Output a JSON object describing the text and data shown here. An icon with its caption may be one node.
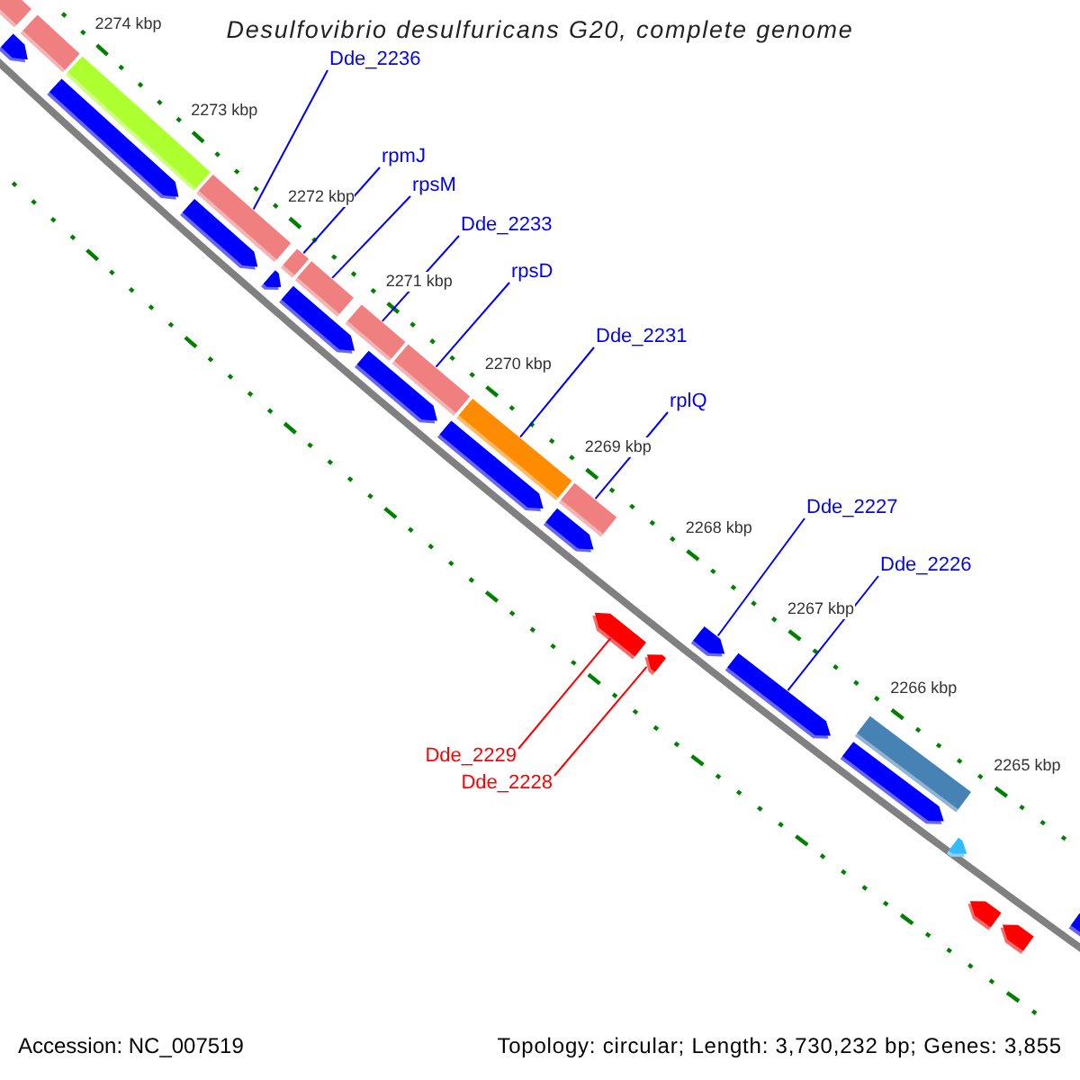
{
  "diagram": {
    "title": "Desulfovibrio desulfuricans G20, complete genome",
    "nodes": [
      {
        "text": [
          "Dde_2236"
        ]
      },
      {
        "text": [
          "rpmJ"
        ]
      },
      {
        "text": [
          "rpsM"
        ]
      },
      {
        "text": [
          "Dde_2233"
        ]
      },
      {
        "text": [
          "rpsD"
        ]
      },
      {
        "text": [
          "Dde_2231"
        ]
      },
      {
        "text": [
          "rplQ"
        ]
      },
      {
        "text": [
          "Dde_2227"
        ]
      },
      {
        "text": [
          "Dde_2226"
        ]
      },
      {
        "text": [
          "Dde_2229"
        ]
      },
      {
        "text": [
          "Dde_2228"
        ]
      },
      {
        "text": [],
        "shape": "bar"
      },
      {
        "text": [],
        "shape": "bar"
      },
      {
        "text": [],
        "shape": "bar"
      },
      {
        "text": [],
        "shape": "bar"
      },
      {
        "text": [],
        "shape": "bar"
      },
      {
        "text": [],
        "shape": "bar"
      },
      {
        "text": [],
        "shape": "bar"
      },
      {
        "text": [],
        "shape": "bar"
      },
      {
        "text": [],
        "shape": "bar"
      },
      {
        "text": [],
        "shape": "bar"
      },
      {
        "text": [],
        "shape": "bar"
      },
      {
        "text": [],
        "shape": "bar"
      },
      {
        "text": [],
        "shape": "bar"
      },
      {
        "text": [],
        "shape": "bar"
      },
      {
        "text": [],
        "shape": "bar"
      },
      {
        "text": [],
        "shape": "bar"
      },
      {
        "text": [],
        "shape": "bar"
      },
      {
        "text": [],
        "shape": "bar"
      },
      {
        "text": [],
        "shape": "bar"
      },
      {
        "text": [],
        "shape": "bar"
      },
      {
        "text": [],
        "shape": "bar"
      },
      {
        "text": [],
        "shape": "bar"
      },
      {
        "text": [],
        "shape": "bar"
      },
      {
        "text": [],
        "shape": "bar"
      },
      {
        "text": [],
        "shape": "bar"
      },
      {
        "text": [],
        "shape": "bar"
      },
      {
        "text": [],
        "shape": "bar"
      },
      {
        "text": [],
        "shape": "bar"
      }
    ],
    "edges": [
      {
        "from": 0,
        "to": 16,
        "arrow": "none"
      },
      {
        "from": 1,
        "to": 19,
        "arrow": "none"
      },
      {
        "from": 2,
        "to": 20,
        "arrow": "none"
      },
      {
        "from": 3,
        "to": 22,
        "arrow": "none"
      },
      {
        "from": 4,
        "to": 24,
        "arrow": "none"
      },
      {
        "from": 5,
        "to": 26,
        "arrow": "none"
      },
      {
        "from": 6,
        "to": 27,
        "arrow": "none"
      },
      {
        "from": 7,
        "to": 31,
        "arrow": "none"
      },
      {
        "from": 8,
        "to": 32,
        "arrow": "none"
      },
      {
        "from": 9,
        "to": 29,
        "arrow": "none",
        "color": "#ff0000"
      },
      {
        "from": 10,
        "to": 30,
        "arrow": "none",
        "color": "#ff0000"
      }
    ],
    "labels": [
      "2274 kbp",
      "2273 kbp",
      "2272 kbp",
      "2271 kbp",
      "2270 kbp",
      "2269 kbp",
      "2268 kbp",
      "2267 kbp",
      "2266 kbp",
      "2265 kbp",
      "Accession: NC_007519",
      "Topology: circular; Length: 3,730,232 bp; Genes: 3,855"
    ]
  }
}
